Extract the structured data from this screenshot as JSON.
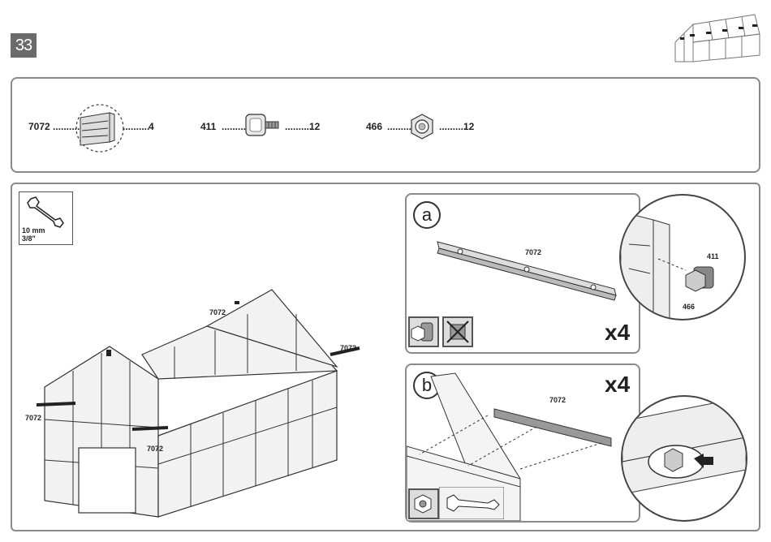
{
  "step": {
    "number": "33"
  },
  "parts": [
    {
      "code": "7072",
      "qty": "4",
      "icon": "roof-bar-icon"
    },
    {
      "code": "411",
      "qty": "12",
      "icon": "bolt-icon"
    },
    {
      "code": "466",
      "qty": "12",
      "icon": "nut-icon"
    }
  ],
  "leader": "..........",
  "tool": {
    "size_metric": "10 mm",
    "size_imperial": "3/8\""
  },
  "main_labels": {
    "left_7072": "7072",
    "top_7072": "7072",
    "right_7072": "7072",
    "front_7072": "7072"
  },
  "panel_a": {
    "letter": "a",
    "multiplier": "x4",
    "bar_label": "7072",
    "bolt_label": "411",
    "nut_label": "466"
  },
  "panel_b": {
    "letter": "b",
    "multiplier": "x4",
    "bar_label": "7072"
  }
}
